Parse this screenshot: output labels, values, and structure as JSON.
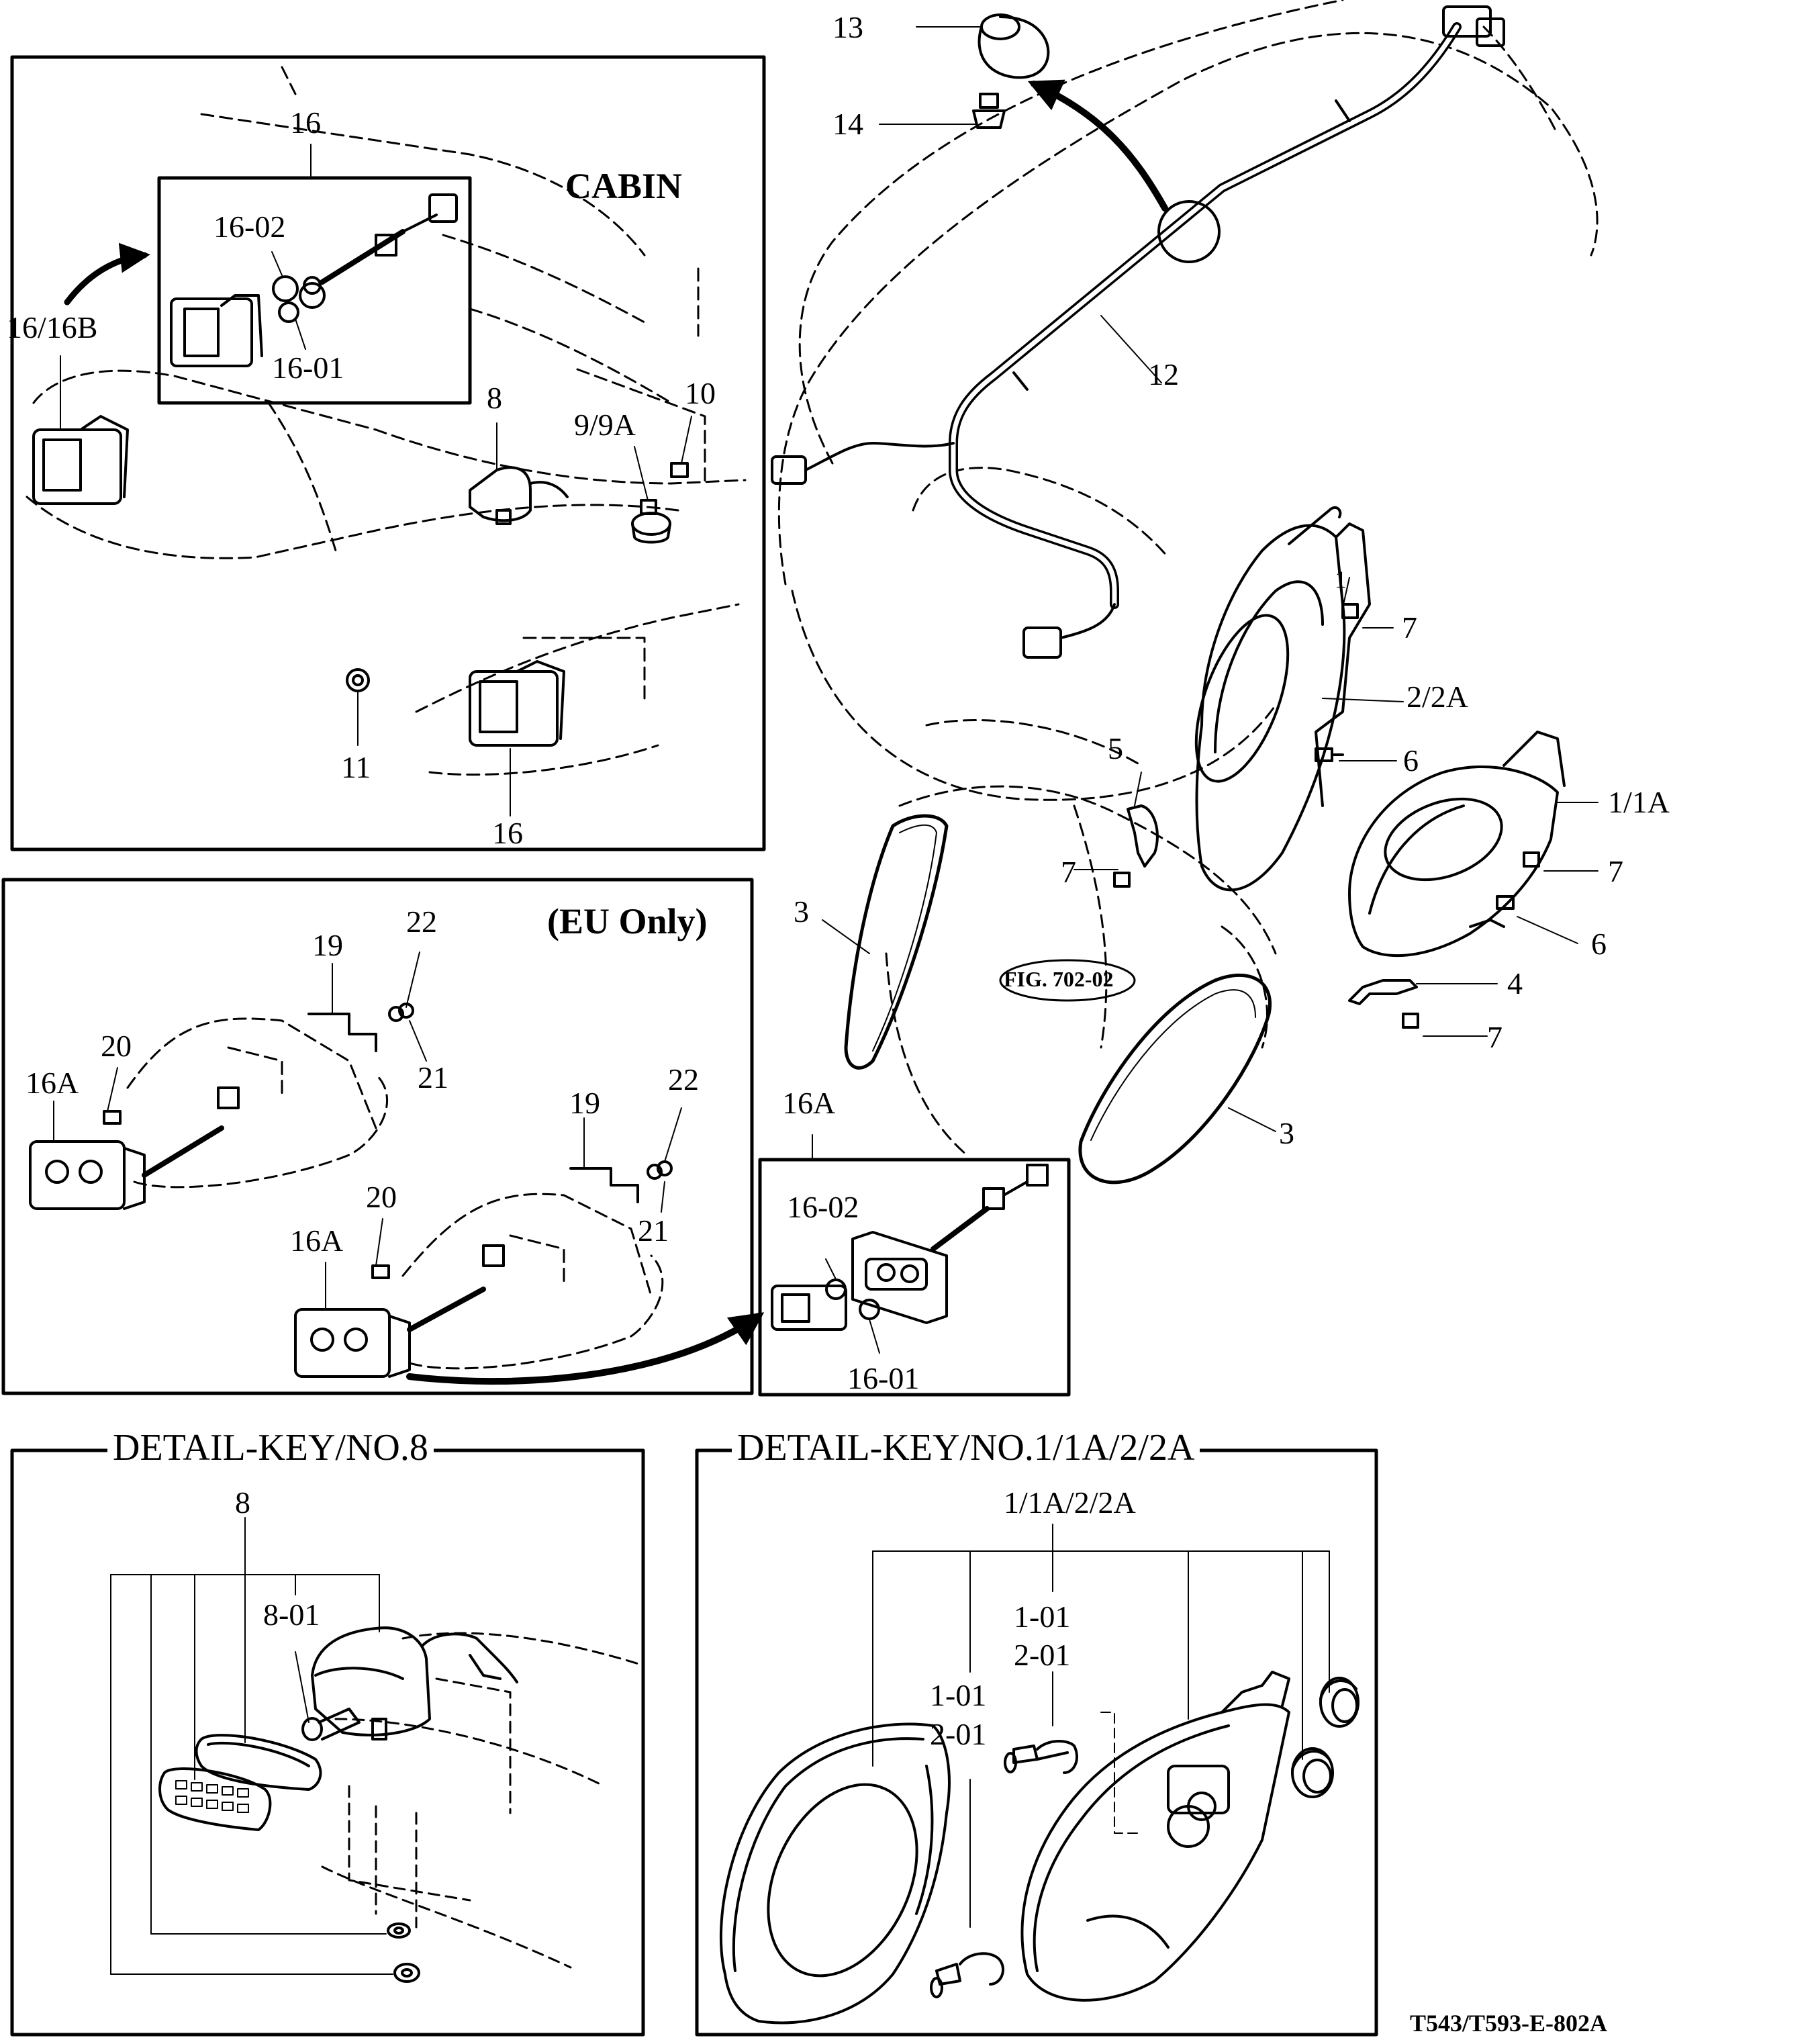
{
  "drawing_code": "T543/T593-E-802A",
  "panels": {
    "cabin": {
      "title": "CABIN"
    },
    "eu": {
      "title": "(EU Only)"
    },
    "detail8": {
      "title": "DETAIL-KEY/NO.8"
    },
    "detail1": {
      "title": "DETAIL-KEY/NO.1/1A/2/2A"
    }
  },
  "figure_ref": "FIG. 702-02",
  "callouts": {
    "c1": "1",
    "c1_1A": "1/1A",
    "c2_2A": "2/2A",
    "c3a": "3",
    "c3b": "3",
    "c4": "4",
    "c5": "5",
    "c6a": "6",
    "c6b": "6",
    "c7a": "7",
    "c7b": "7",
    "c7c": "7",
    "c7d": "7",
    "c12": "12",
    "c13": "13",
    "c14": "14",
    "cab16_top": "16",
    "cab16_02": "16-02",
    "cab16_01": "16-01",
    "cab16_16B": "16/16B",
    "cab8": "8",
    "cab9": "9/9A",
    "cab10": "10",
    "cab11": "11",
    "cab16_bottom": "16",
    "eu19a": "19",
    "eu22a": "22",
    "eu21a": "21",
    "eu20a": "20",
    "eu16Aa": "16A",
    "eu19b": "19",
    "eu22b": "22",
    "eu21b": "21",
    "eu20b": "20",
    "eu16Ab": "16A",
    "box16A": "16A",
    "box16_02": "16-02",
    "box16_01": "16-01",
    "d8": "8",
    "d8_01": "8-01",
    "d1_top": "1/1A/2/2A",
    "d1_01a": "1-01",
    "d2_01a": "2-01",
    "d1_01b": "1-01",
    "d2_01b": "2-01"
  }
}
